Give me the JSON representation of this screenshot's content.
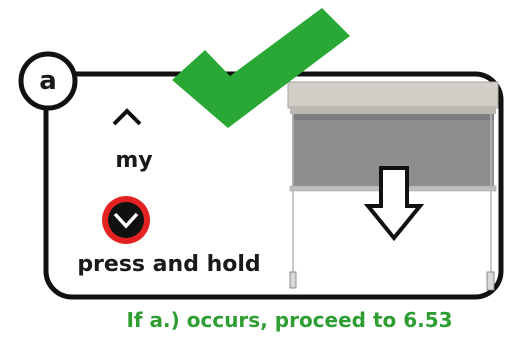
{
  "step": {
    "letter": "a"
  },
  "remote": {
    "my_label": "my",
    "action_label": "press and hold",
    "up_button_icon": "chevron-up-icon",
    "down_button_icon": "chevron-down-circle-icon",
    "down_button_highlight": "#e52222"
  },
  "blind": {
    "motion_icon": "arrow-down-icon"
  },
  "feedback": {
    "icon": "checkmark-icon",
    "color": "#2aa835"
  },
  "note": "If a.) occurs, proceed to 6.53",
  "colors": {
    "note_text": "#2e9e33",
    "frame": "#111111",
    "blind_fabric": "#8a8c8d",
    "headbox": "#c9c6c0"
  }
}
